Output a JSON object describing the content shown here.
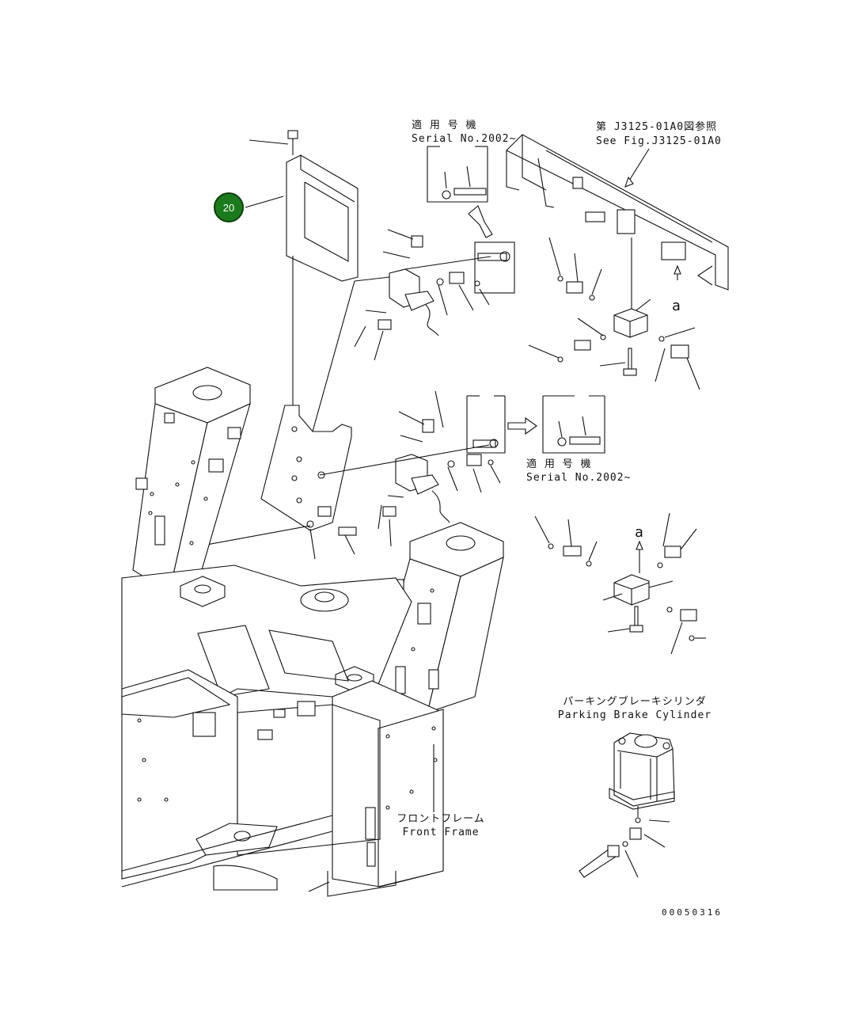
{
  "diagram": {
    "callout_badge": "20",
    "note_serial_top": {
      "jp": "適 用 号 機",
      "en": "Serial No.2002~"
    },
    "note_see_fig": {
      "jp": "第 J3125-01A0図参照",
      "en": "See Fig.J3125-01A0"
    },
    "note_serial_mid": {
      "jp": "適 用 号 機",
      "en": "Serial No.2002~"
    },
    "arrow_letter_top": "a",
    "arrow_letter_mid": "a",
    "parking_brake": {
      "jp": "パーキングブレーキシリンダ",
      "en": "Parking Brake Cylinder"
    },
    "front_frame": {
      "jp": "フロントフレーム",
      "en": "Front Frame"
    },
    "drawing_number": "00050316"
  }
}
